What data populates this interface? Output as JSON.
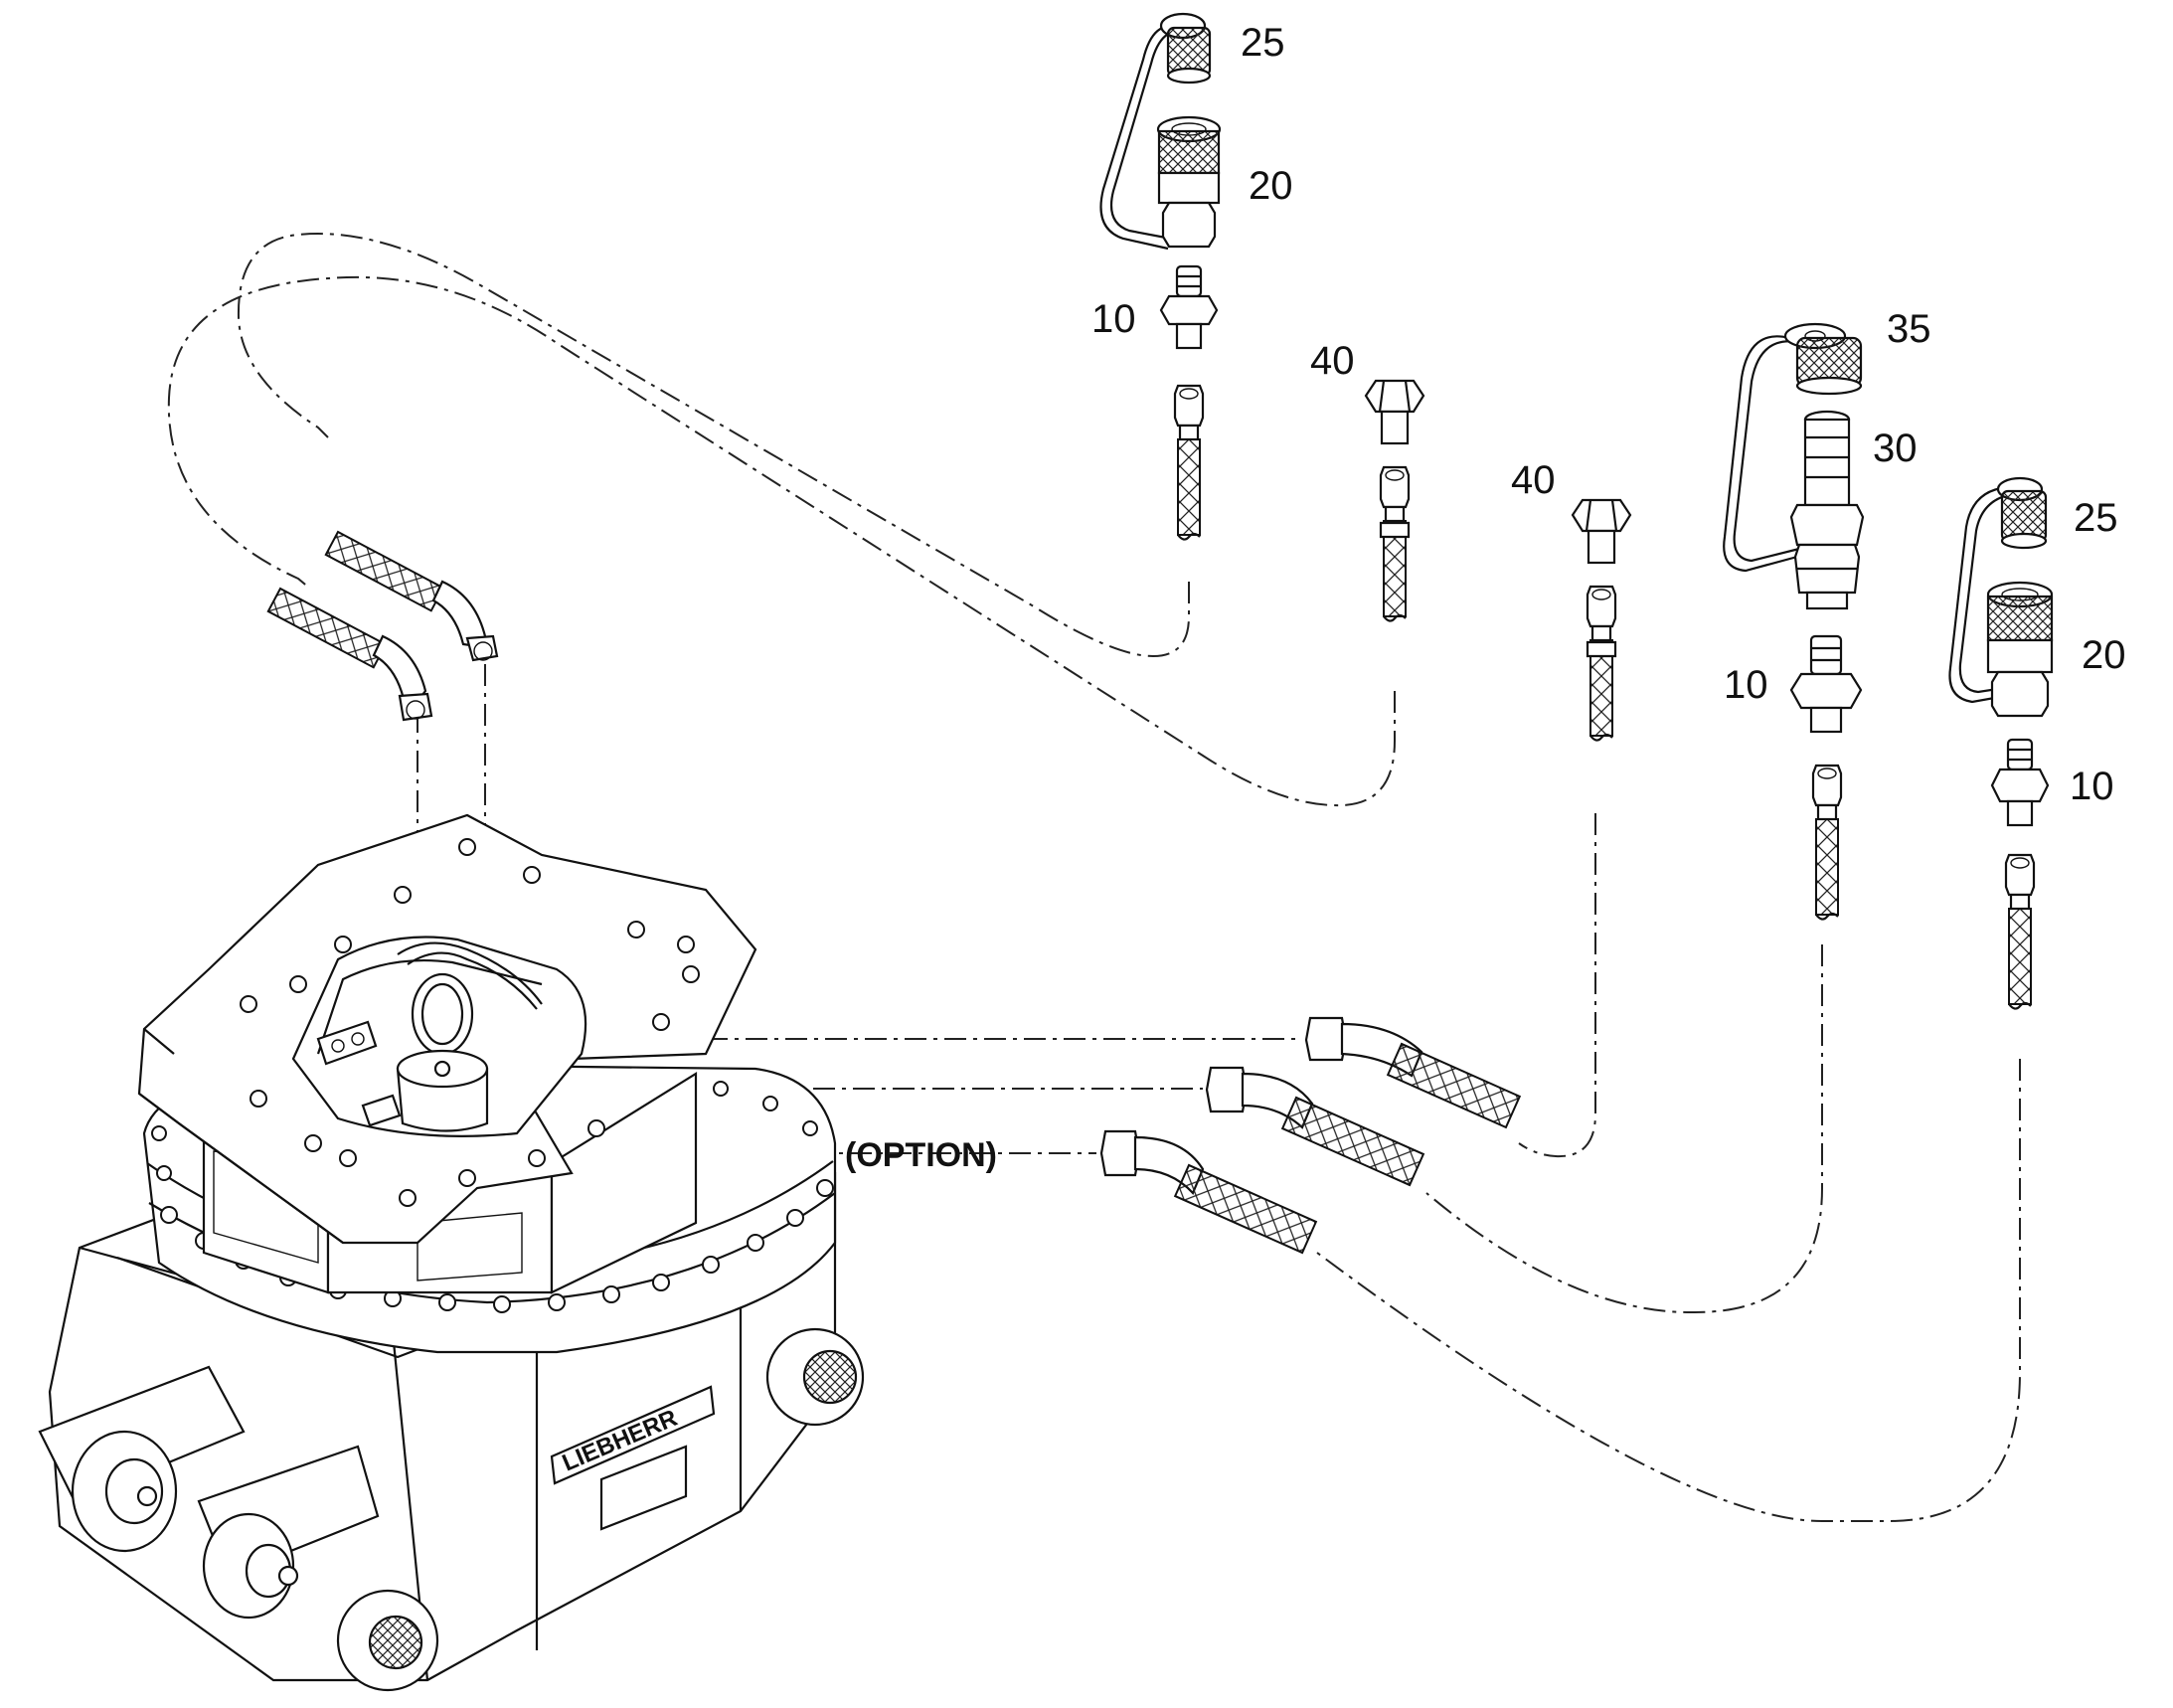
{
  "labels": {
    "a": "25",
    "b": "20",
    "c": "10",
    "d": "40",
    "e": "40",
    "f": "35",
    "g": "30",
    "h": "25",
    "i": "10",
    "j": "20",
    "k": "10",
    "option": "(OPTION)",
    "brand": "LIEBHERR"
  }
}
